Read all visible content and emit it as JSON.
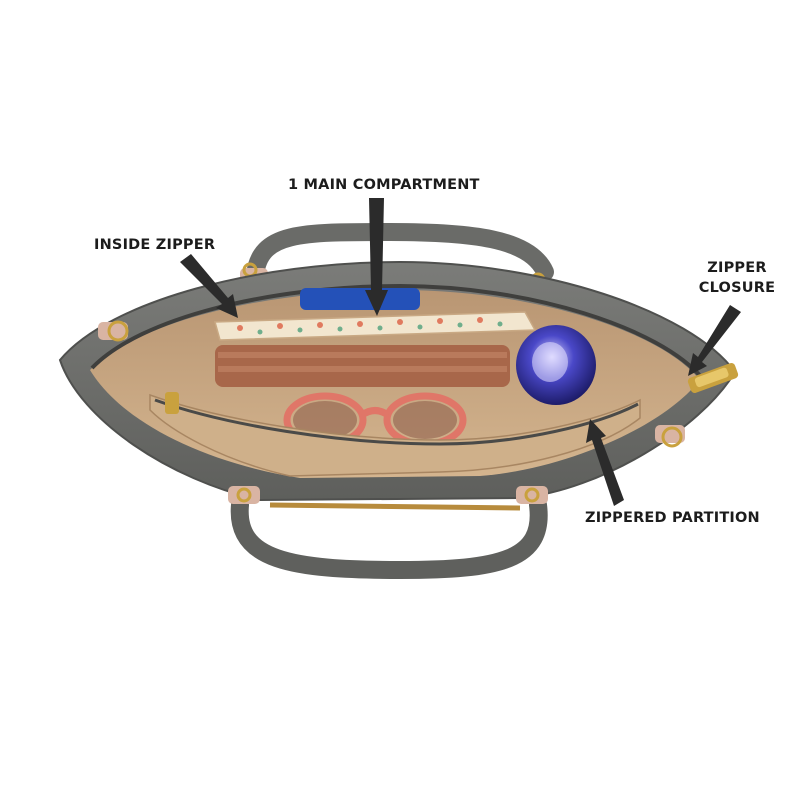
{
  "labels": {
    "main_compartment": "1 MAIN COMPARTMENT",
    "inside_zipper": "INSIDE ZIPPER",
    "zipper_closure_line1": "ZIPPER",
    "zipper_closure_line2": "CLOSURE",
    "zippered_partition": "ZIPPERED PARTITION"
  },
  "colors": {
    "bag_grey": "#6e6f6c",
    "lining_tan": "#c9a984",
    "accent_pink": "#d9b4a3",
    "hardware_gold": "#c9a13e",
    "arrow": "#2b2b2b"
  }
}
